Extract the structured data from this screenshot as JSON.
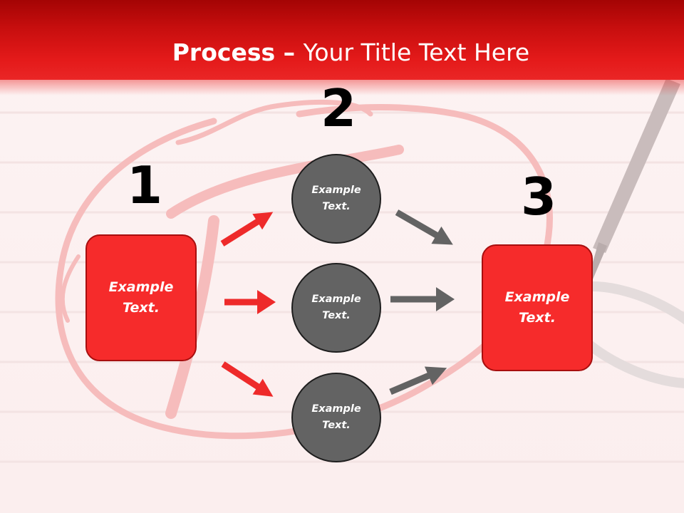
{
  "title": {
    "bold": "Process",
    "separator": " – ",
    "rest": "Your Title Text Here"
  },
  "steps": [
    {
      "number": "1",
      "text": "Example Text."
    },
    {
      "number": "2",
      "text": [
        "Example Text.",
        "Example Text.",
        "Example Text."
      ]
    },
    {
      "number": "3",
      "text": "Example Text."
    }
  ],
  "colors": {
    "header": "#e41a1a",
    "box": "#f62b2b",
    "circle": "#636363",
    "red_arrow": "#ee2a2a",
    "gray_arrow": "#636363"
  }
}
